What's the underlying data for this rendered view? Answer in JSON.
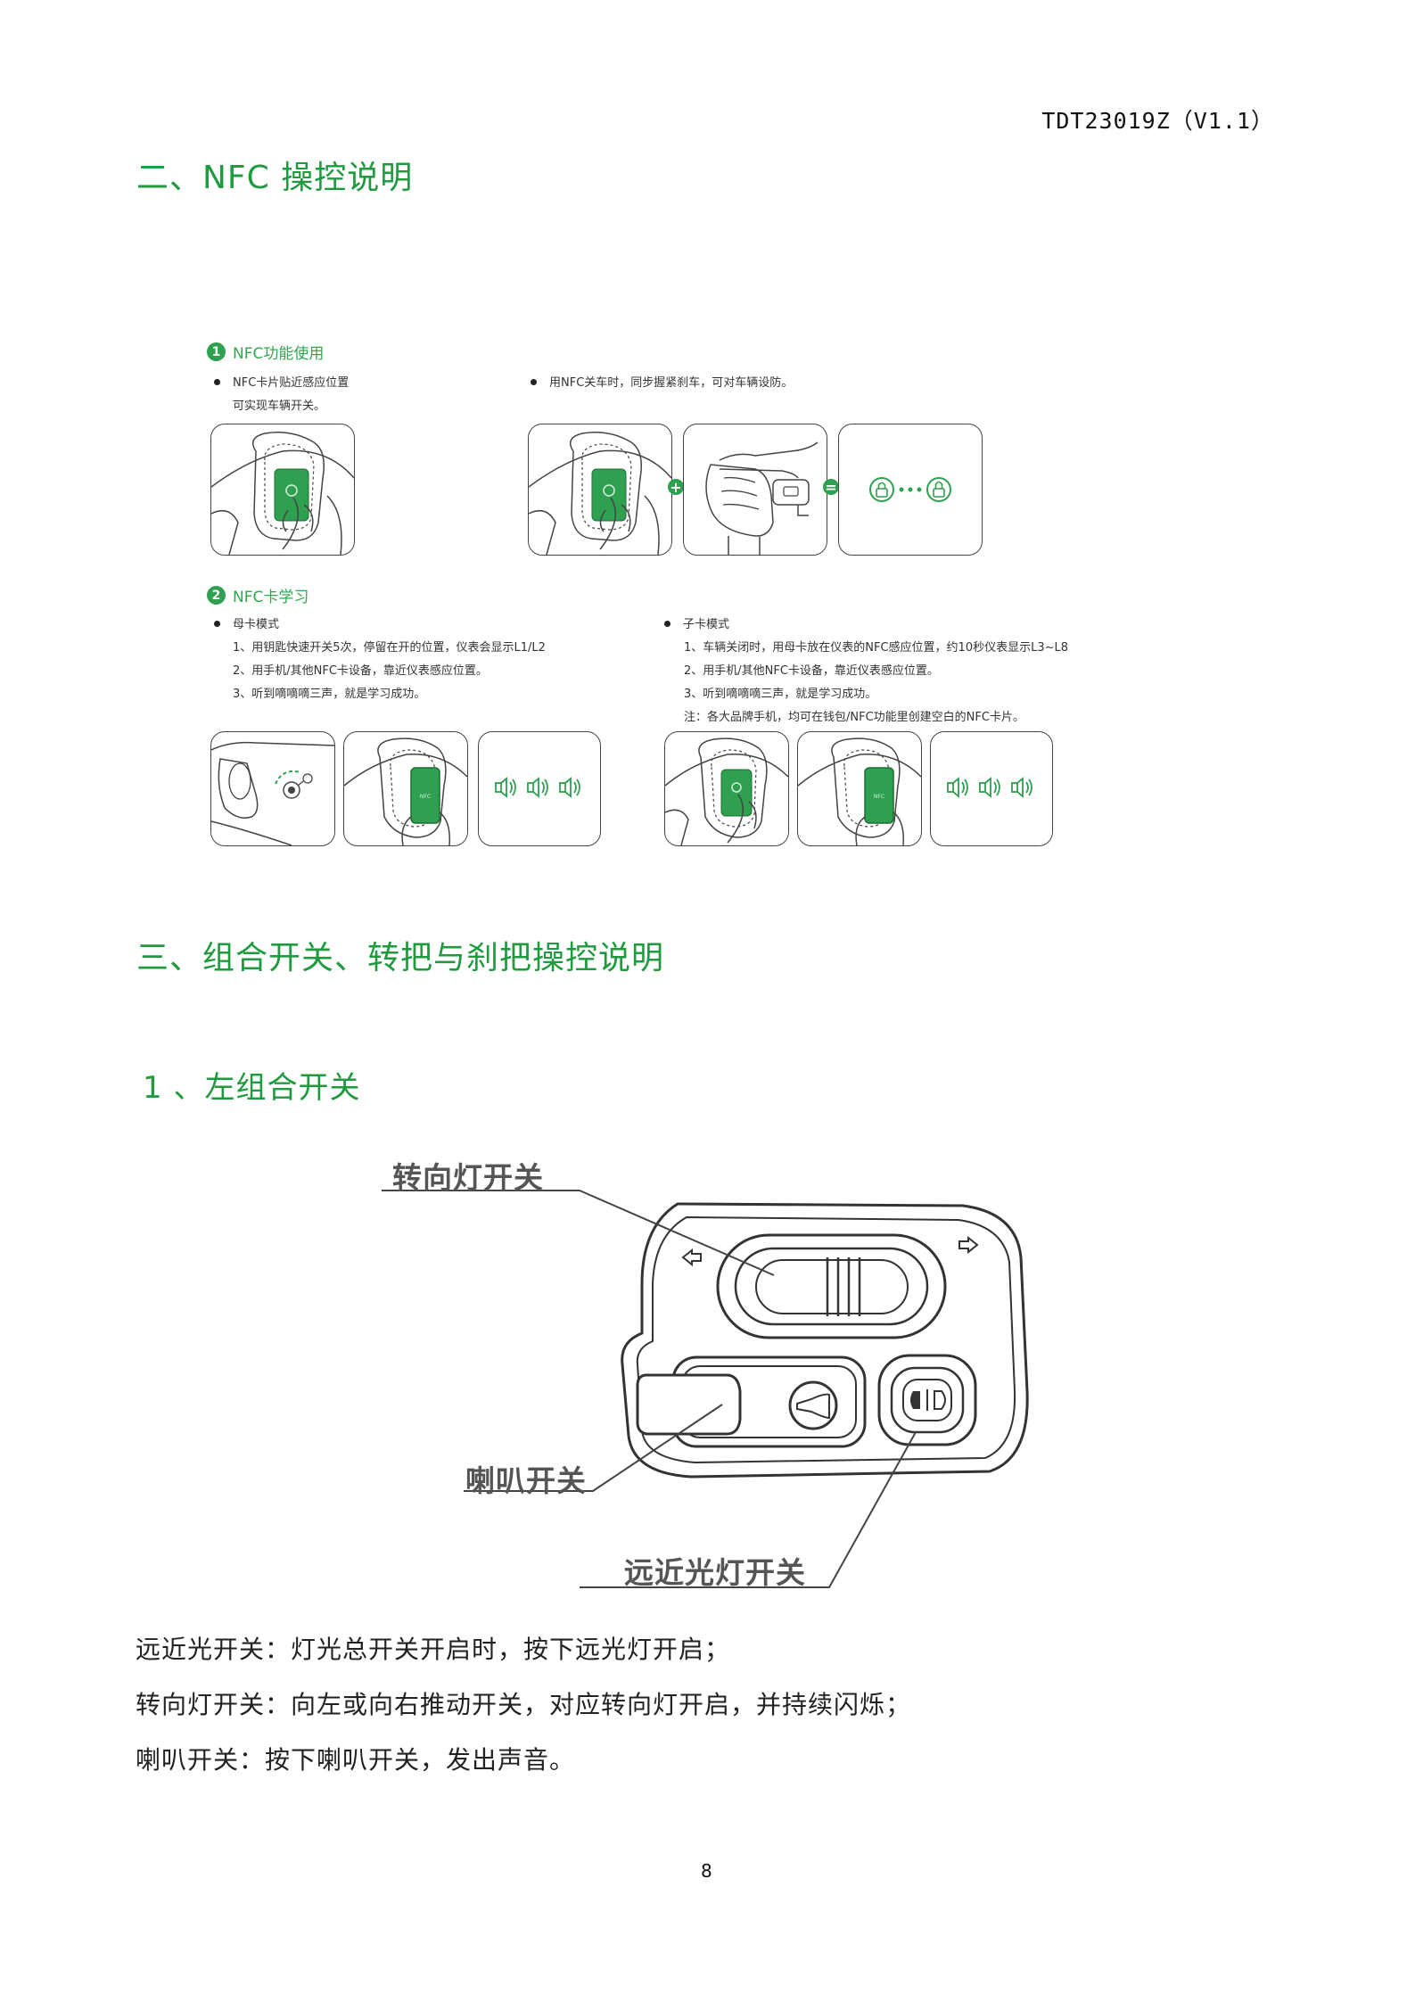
{
  "header": {
    "doc_code": "TDT23019Z（V1.1）"
  },
  "section_nfc": {
    "title": "二、NFC 操控说明",
    "sub1": {
      "number": "1",
      "title": "NFC功能使用",
      "bullet_left": [
        "NFC卡片贴近感应位置",
        "可实现车辆开关。"
      ],
      "bullet_right": "用NFC关车时，同步握紧刹车，可对车辆设防。"
    },
    "sub2": {
      "number": "2",
      "title": "NFC卡学习",
      "master": {
        "title": "母卡模式",
        "steps": [
          "1、用钥匙快速开关5次，停留在开的位置，仪表会显示L1/L2",
          "2、用手机/其他NFC卡设备，靠近仪表感应位置。",
          "3、听到嘀嘀嘀三声，就是学习成功。"
        ]
      },
      "child": {
        "title": "子卡模式",
        "steps": [
          "1、车辆关闭时，用母卡放在仪表的NFC感应位置，约10秒仪表显示L3~L8",
          "2、用手机/其他NFC卡设备，靠近仪表感应位置。",
          "3、听到嘀嘀嘀三声，就是学习成功。"
        ],
        "note": "注：各大品牌手机，均可在钱包/NFC功能里创建空白的NFC卡片。"
      },
      "phone_label": "NFC"
    }
  },
  "section_switch": {
    "title": "三、组合开关、转把与刹把操控说明",
    "sub_title": "1 、左组合开关",
    "callouts": {
      "turn": "转向灯开关",
      "horn": "喇叭开关",
      "beam": "远近光灯开关"
    },
    "descriptions": [
      "远近光开关：灯光总开关开启时，按下远光灯开启；",
      "转向灯开关：向左或向右推动开关，对应转向灯开启，并持续闪烁；",
      "喇叭开关：按下喇叭开关，发出声音。"
    ]
  },
  "footer": {
    "page_number": "8"
  },
  "colors": {
    "green": "#1f9a3e",
    "green_card": "#2f9f50",
    "line": "#444444"
  }
}
